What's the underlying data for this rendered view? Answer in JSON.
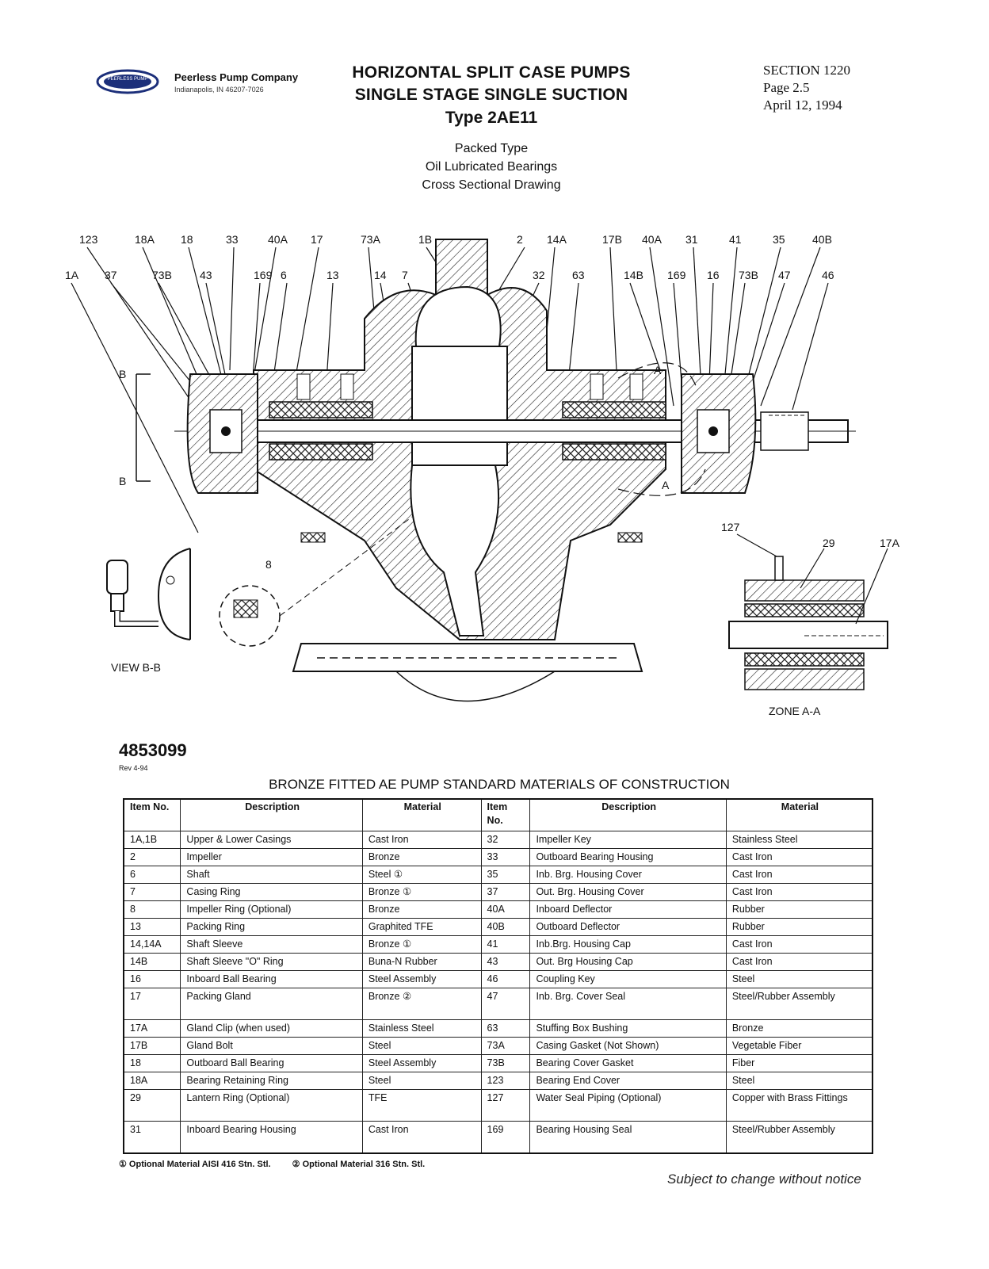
{
  "header": {
    "logo_text": "PEERLESS PUMP",
    "company": "Peerless Pump Company",
    "address": "Indianapolis, IN 46207-7026",
    "title_line1": "HORIZONTAL SPLIT CASE PUMPS",
    "title_line2": "SINGLE STAGE SINGLE SUCTION",
    "type_line": "Type 2AE11",
    "sub_line1": "Packed Type",
    "sub_line2": "Oil Lubricated Bearings",
    "sub_line3": "Cross Sectional Drawing",
    "section": "SECTION 1220",
    "page": "Page 2.5",
    "date": "April 12, 1994"
  },
  "drawing": {
    "callouts_top": [
      "123",
      "18A",
      "18",
      "33",
      "40A",
      "17",
      "73A",
      "1B",
      "2",
      "14A",
      "17B",
      "40A",
      "31",
      "41",
      "35",
      "40B"
    ],
    "callouts_second": [
      "1A",
      "37",
      "73B",
      "43",
      "169",
      "6",
      "13",
      "14",
      "7",
      "32",
      "63",
      "14B",
      "169",
      "16",
      "73B",
      "47",
      "46"
    ],
    "view_label": "VIEW B-B",
    "zone_label": "ZONE A-A",
    "section_marks": [
      "B",
      "B",
      "A",
      "A"
    ],
    "detail_callouts": [
      "8",
      "127",
      "29",
      "17A"
    ]
  },
  "doc": {
    "number": "4853099",
    "rev": "Rev 4-94"
  },
  "table": {
    "title": "BRONZE FITTED AE PUMP STANDARD MATERIALS OF CONSTRUCTION",
    "headers": {
      "item": "Item No.",
      "description": "Description",
      "material": "Material"
    },
    "left": [
      {
        "item": "1A,1B",
        "desc": "Upper & Lower Casings",
        "mat": "Cast Iron"
      },
      {
        "item": "2",
        "desc": "Impeller",
        "mat": "Bronze"
      },
      {
        "item": "6",
        "desc": "Shaft",
        "mat": "Steel ①"
      },
      {
        "item": "7",
        "desc": "Casing Ring",
        "mat": "Bronze ①"
      },
      {
        "item": "8",
        "desc": "Impeller Ring (Optional)",
        "mat": "Bronze"
      },
      {
        "item": "13",
        "desc": "Packing Ring",
        "mat": "Graphited TFE"
      },
      {
        "item": "14,14A",
        "desc": "Shaft Sleeve",
        "mat": "Bronze ①"
      },
      {
        "item": "14B",
        "desc": "Shaft Sleeve \"O\" Ring",
        "mat": "Buna-N Rubber"
      },
      {
        "item": "16",
        "desc": "Inboard Ball Bearing",
        "mat": "Steel Assembly"
      },
      {
        "item": "17",
        "desc": "Packing Gland",
        "mat": "Bronze ②"
      },
      {
        "item": "17A",
        "desc": "Gland Clip (when used)",
        "mat": "Stainless Steel"
      },
      {
        "item": "17B",
        "desc": "Gland Bolt",
        "mat": "Steel"
      },
      {
        "item": "18",
        "desc": "Outboard Ball Bearing",
        "mat": "Steel Assembly"
      },
      {
        "item": "18A",
        "desc": "Bearing Retaining Ring",
        "mat": "Steel"
      },
      {
        "item": "29",
        "desc": "Lantern Ring (Optional)",
        "mat": "TFE"
      },
      {
        "item": "31",
        "desc": "Inboard Bearing Housing",
        "mat": "Cast Iron"
      }
    ],
    "right": [
      {
        "item": "32",
        "desc": "Impeller Key",
        "mat": "Stainless Steel"
      },
      {
        "item": "33",
        "desc": "Outboard Bearing Housing",
        "mat": "Cast Iron"
      },
      {
        "item": "35",
        "desc": "Inb. Brg. Housing Cover",
        "mat": "Cast Iron"
      },
      {
        "item": "37",
        "desc": "Out. Brg. Housing Cover",
        "mat": "Cast Iron"
      },
      {
        "item": "40A",
        "desc": "Inboard Deflector",
        "mat": "Rubber"
      },
      {
        "item": "40B",
        "desc": "Outboard Deflector",
        "mat": "Rubber"
      },
      {
        "item": "41",
        "desc": "Inb.Brg. Housing Cap",
        "mat": "Cast Iron"
      },
      {
        "item": "43",
        "desc": "Out. Brg Housing Cap",
        "mat": "Cast Iron"
      },
      {
        "item": "46",
        "desc": "Coupling Key",
        "mat": "Steel"
      },
      {
        "item": "47",
        "desc": "Inb. Brg. Cover Seal",
        "mat": "Steel/Rubber Assembly"
      },
      {
        "item": "63",
        "desc": "Stuffing Box Bushing",
        "mat": "Bronze"
      },
      {
        "item": "73A",
        "desc": "Casing Gasket (Not Shown)",
        "mat": "Vegetable Fiber"
      },
      {
        "item": "73B",
        "desc": "Bearing Cover Gasket",
        "mat": "Fiber"
      },
      {
        "item": "123",
        "desc": "Bearing End Cover",
        "mat": "Steel"
      },
      {
        "item": "127",
        "desc": "Water Seal Piping (Optional)",
        "mat": "Copper with Brass Fittings"
      },
      {
        "item": "169",
        "desc": "Bearing Housing Seal",
        "mat": "Steel/Rubber Assembly"
      }
    ]
  },
  "footnotes": {
    "note1": "① Optional Material AISI 416 Stn. Stl.",
    "note2": "② Optional Material 316 Stn. Stl."
  },
  "notice": "Subject to change without notice"
}
